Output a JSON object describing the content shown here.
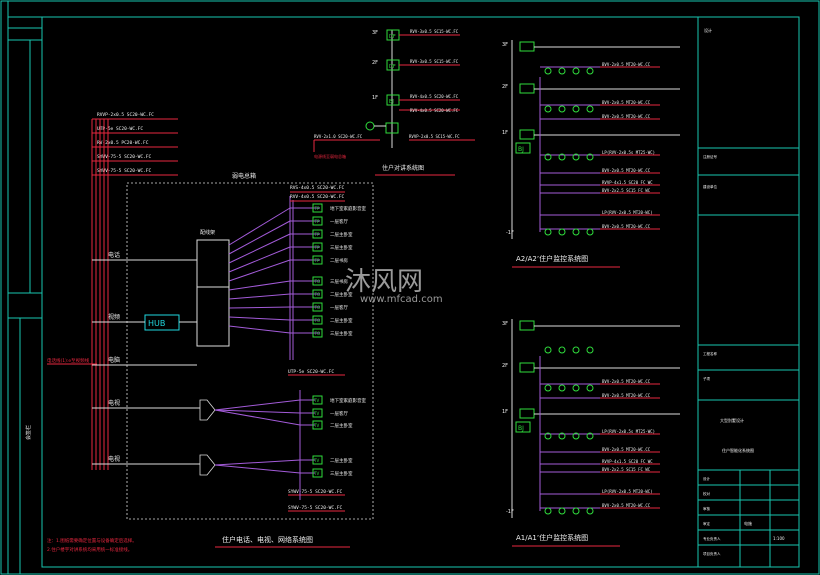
{
  "colors": {
    "frame": "#19c6b0",
    "wire_red": "#e8273f",
    "wire_purple": "#a35bd9",
    "wire_white": "#dcdcdc",
    "box_green": "#2fdc3c",
    "text_white": "#f0f0f0",
    "title_red": "#e8273f",
    "hub_cyan": "#20d8e0",
    "watermark": "#9a9a9a"
  },
  "watermark": {
    "brand": "沐风网",
    "url": "www.mfcad.com"
  },
  "center_diagram": {
    "title": "住户电话、电视、网络系统图",
    "box_label": "弱电总箱",
    "patch_label": "配线架",
    "hub_label": "HUB",
    "left_labels": [
      "电话",
      "视频",
      "电脑",
      "电视",
      "电视"
    ],
    "left_red_note": "电话线(1):e至视频线",
    "top_cables": [
      "RVVP-2x0.5 SC20-WC.FC",
      "UTP-5e SC20-WC.FC",
      "RV-2x0.5 PC20-WC.FC",
      "SYWV-75-5 SC20-WC.FC",
      "SYWV-75-5 SC20-WC.FC"
    ],
    "upper_right_cables": [
      "RVS-4x0.5 SC20-WC.FC",
      "RVV-4x0.5 SC20-WC.FC"
    ],
    "lower_cables": [
      "UTP-5e SC20-WC.FC",
      "SYWV-75-5 SC20-WC.FC",
      "SYWV-75-5 SC20-WC.FC"
    ],
    "tp_rows": [
      {
        "code": "TP",
        "room": "地下室家庭影音室"
      },
      {
        "code": "TP",
        "room": "一层客厅"
      },
      {
        "code": "TP",
        "room": "二层主卧室"
      },
      {
        "code": "TP",
        "room": "三层主卧室"
      },
      {
        "code": "TP",
        "room": "二层书房"
      },
      {
        "code": "TO",
        "room": "三层书房"
      },
      {
        "code": "TO",
        "room": "二层主卧室"
      },
      {
        "code": "TO",
        "room": "一层客厅"
      },
      {
        "code": "TO",
        "room": "二层主卧室"
      },
      {
        "code": "TO",
        "room": "三层主卧室"
      }
    ],
    "tv_rows": [
      {
        "code": "TV",
        "room": "地下室家庭影音室"
      },
      {
        "code": "TV",
        "room": "一层客厅"
      },
      {
        "code": "TV",
        "room": "二层主卧室"
      },
      {
        "code": "TV",
        "room": "二层主卧室"
      },
      {
        "code": "TV",
        "room": "三层主卧室"
      }
    ],
    "notes": [
      "注：1.图纸需要确定位置与设备确定后选择。",
      "2.住户楼宇对讲系统均采用统一标准接线。"
    ]
  },
  "intercom": {
    "title": "住户对讲系统图",
    "floors": [
      "3F",
      "2F",
      "1F"
    ],
    "boxes": [
      "DF",
      "DF",
      "BJ"
    ],
    "cables": [
      "RVV-3x0.5 SC15-WC.FC",
      "RVV-3x0.5 SC15-WC.FC",
      "RVV-4x0.5 SC20-WC.FC",
      "RVV-4x0.5 SC20-WC.FC"
    ],
    "bottom_cables": [
      "RVV-2x1.0 SC20-WC.FC",
      "RVVP-2x0.5 SC15-WC.FC"
    ],
    "red_note": "电源线至弱电总箱"
  },
  "a2": {
    "title": "A2/A2’住户监控系统图",
    "floors": [
      "3F",
      "2F",
      "1F",
      "-1F"
    ],
    "cables": [
      "BVV-2x0.5 MT20-WC.CC",
      "BVV-2x0.5 MT20-WC.CC",
      "BVV-2x0.5 MT20-WC.CC",
      "LP(RVV-2x0.5s MT25-WC)",
      "BVV-2x0.5 MT20-WC.CC",
      "RVVP-4x1.5 SC20 FC WC",
      "BVV-2x2.5 SC15 FC WC",
      "LP(RVV-2x0.5 MT20-WC)",
      "BVV-2x0.5 MT20-WC.CC"
    ],
    "bj_label": "BJ"
  },
  "a1": {
    "title": "A1/A1’住户监控系统图",
    "floors": [
      "3F",
      "2F",
      "1F",
      "-1F"
    ],
    "cables": [
      "BVV-2x0.5 MT20-WC.CC",
      "BVV-2x0.5 MT20-WC.CC",
      "LP(RVV-2x0.5s MT25-WC)",
      "BVV-2x0.5 MT20-WC.CC",
      "RVVP-4x1.5 SC20 FC WC",
      "BVV-2x2.5 SC15 FC WC",
      "LP(RVV-2x0.5 MT20-WC)",
      "BVV-2x0.5 MT20-WC.CC"
    ],
    "bj_label": "BJ"
  },
  "title_block": {
    "drawing_name": "住户智能化系统图",
    "project": "大型别墅设计",
    "rows": [
      "设计",
      "校对",
      "审核",
      "审定",
      "专业负责人",
      "项目负责人"
    ],
    "sheet": "电施",
    "scale": "1:100"
  },
  "left_margin_label": "会签栏"
}
